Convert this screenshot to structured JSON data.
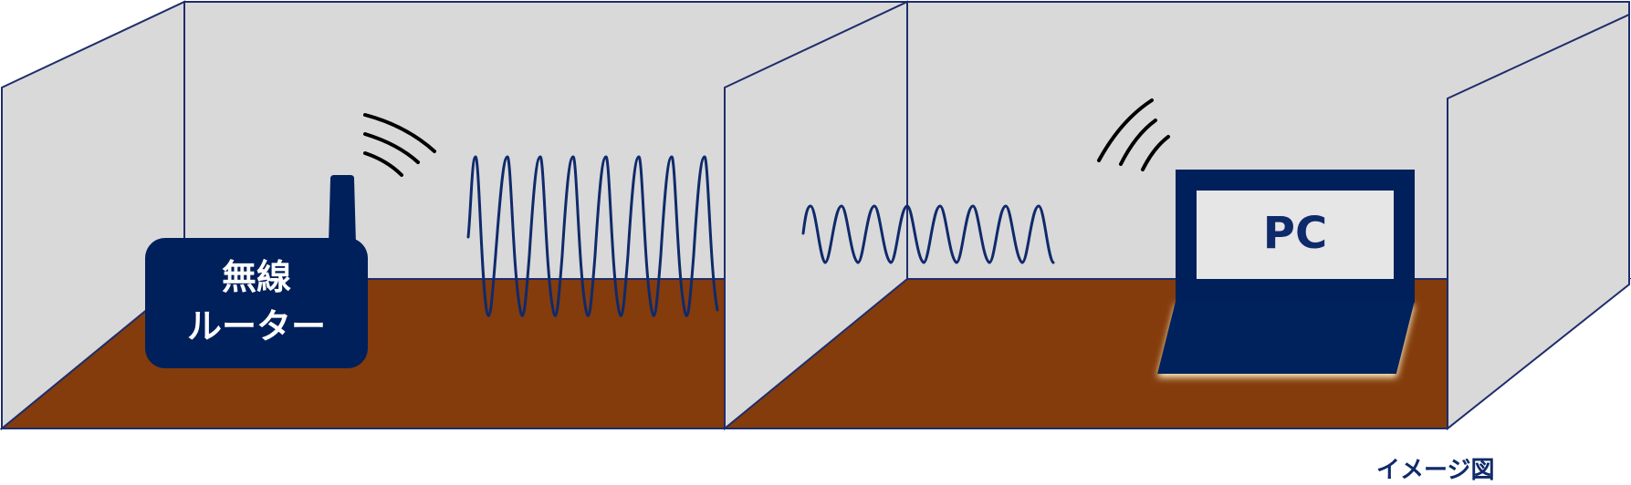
{
  "labels": {
    "router_line1": "無線",
    "router_line2": "ルーター",
    "pc": "PC",
    "caption": "イメージ図"
  },
  "colors": {
    "wall": "#d9d9d9",
    "floor": "#843c0c",
    "navy": "#00205b",
    "outline": "#1f2d6b",
    "screen": "#e6e6e6"
  },
  "icons": [
    "wifi-signal-icon",
    "router-icon",
    "laptop-icon",
    "wave-icon"
  ]
}
